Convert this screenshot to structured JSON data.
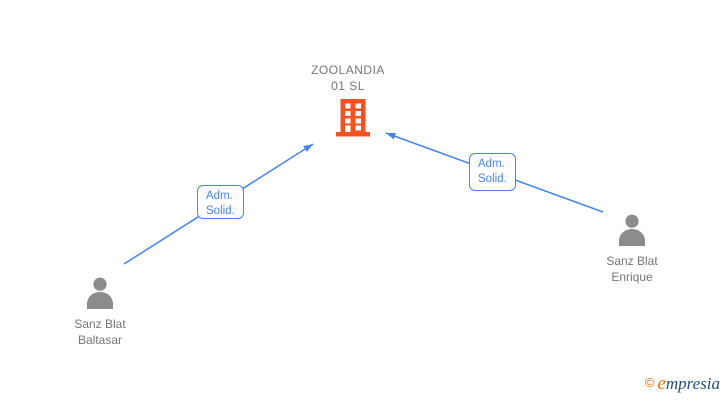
{
  "company": {
    "name_line1": "ZOOLANDIA",
    "name_line2": "01 SL",
    "icon": "building-icon"
  },
  "relations": [
    {
      "label_line1": "Adm.",
      "label_line2": "Solid.",
      "from": "Sanz Blat Baltasar",
      "to": "ZOOLANDIA 01 SL"
    },
    {
      "label_line1": "Adm.",
      "label_line2": "Solid.",
      "from": "Sanz Blat Enrique",
      "to": "ZOOLANDIA 01 SL"
    }
  ],
  "persons": [
    {
      "name_line1": "Sanz Blat",
      "name_line2": "Baltasar",
      "icon": "person-icon"
    },
    {
      "name_line1": "Sanz Blat",
      "name_line2": "Enrique",
      "icon": "person-icon"
    }
  ],
  "footer": {
    "copyright_symbol": "©",
    "brand_initial": "e",
    "brand_rest": "mpresia"
  },
  "colors": {
    "accent_blue": "#4285f4",
    "text_gray": "#757575",
    "person_gray": "#8c8c8c",
    "building_orange": "#f4511e",
    "logo_orange": "#e8710a",
    "logo_navy": "#1f4e79"
  }
}
